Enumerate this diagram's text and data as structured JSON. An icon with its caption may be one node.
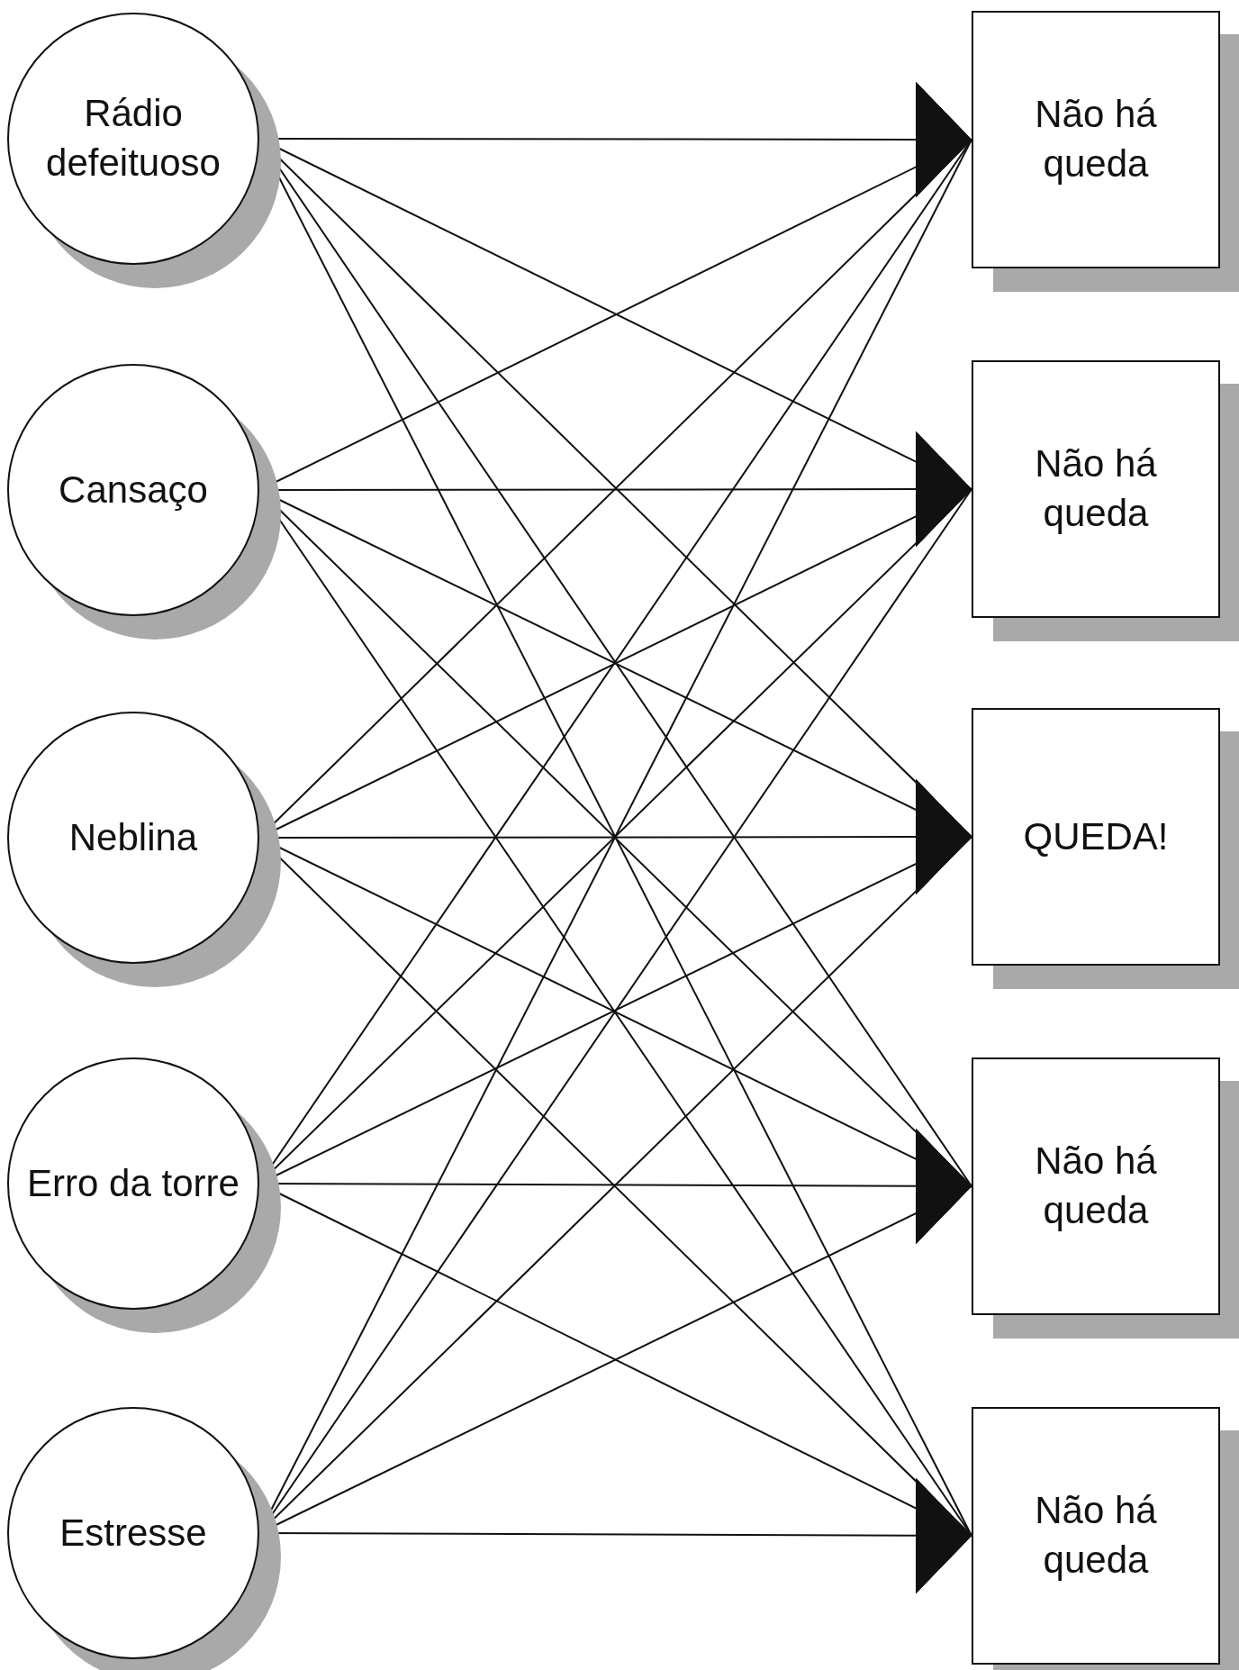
{
  "diagram": {
    "nodes": [
      {
        "text": [
          "Rádio defeituoso"
        ]
      },
      {
        "text": [
          "Cansaço"
        ]
      },
      {
        "text": [
          "Neblina"
        ]
      },
      {
        "text": [
          "Erro da torre"
        ]
      },
      {
        "text": [
          "Estresse"
        ]
      },
      {
        "text": [
          "Não há queda"
        ]
      },
      {
        "text": [
          "Não há queda"
        ]
      },
      {
        "text": [
          "QUEDA!"
        ]
      },
      {
        "text": [
          "Não há queda"
        ]
      },
      {
        "text": [
          "Não há queda"
        ]
      }
    ],
    "edges": [
      {
        "from": 0,
        "to": 5,
        "arrow": "to"
      },
      {
        "from": 0,
        "to": 6,
        "arrow": "to"
      },
      {
        "from": 0,
        "to": 7,
        "arrow": "to"
      },
      {
        "from": 0,
        "to": 8,
        "arrow": "to"
      },
      {
        "from": 0,
        "to": 9,
        "arrow": "to"
      },
      {
        "from": 1,
        "to": 5,
        "arrow": "to"
      },
      {
        "from": 1,
        "to": 6,
        "arrow": "to"
      },
      {
        "from": 1,
        "to": 7,
        "arrow": "to"
      },
      {
        "from": 1,
        "to": 8,
        "arrow": "to"
      },
      {
        "from": 1,
        "to": 9,
        "arrow": "to"
      },
      {
        "from": 2,
        "to": 5,
        "arrow": "to"
      },
      {
        "from": 2,
        "to": 6,
        "arrow": "to"
      },
      {
        "from": 2,
        "to": 7,
        "arrow": "to"
      },
      {
        "from": 2,
        "to": 8,
        "arrow": "to"
      },
      {
        "from": 2,
        "to": 9,
        "arrow": "to"
      },
      {
        "from": 3,
        "to": 5,
        "arrow": "to"
      },
      {
        "from": 3,
        "to": 6,
        "arrow": "to"
      },
      {
        "from": 3,
        "to": 7,
        "arrow": "to"
      },
      {
        "from": 3,
        "to": 8,
        "arrow": "to"
      },
      {
        "from": 3,
        "to": 9,
        "arrow": "to"
      },
      {
        "from": 4,
        "to": 5,
        "arrow": "to"
      },
      {
        "from": 4,
        "to": 6,
        "arrow": "to"
      },
      {
        "from": 4,
        "to": 7,
        "arrow": "to"
      },
      {
        "from": 4,
        "to": 8,
        "arrow": "to"
      },
      {
        "from": 4,
        "to": 9,
        "arrow": "to"
      }
    ]
  }
}
